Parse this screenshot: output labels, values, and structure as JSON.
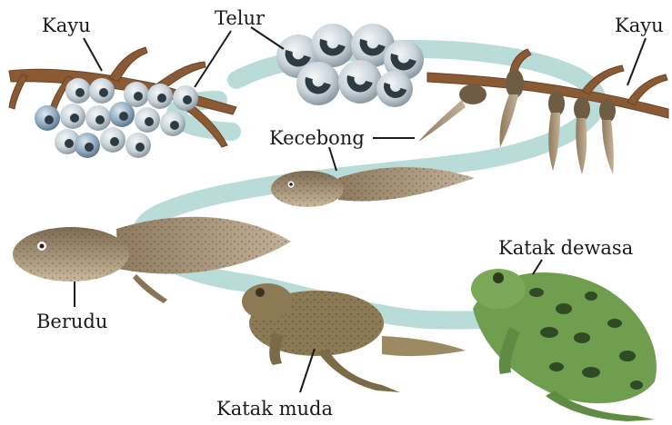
{
  "labels": {
    "wood_left": "Kayu",
    "eggs": "Telur",
    "wood_right": "Kayu",
    "tadpole": "Kecebong",
    "larva": "Berudu",
    "adult_frog": "Katak dewasa",
    "young_frog": "Katak muda"
  },
  "colors": {
    "cycle_path": "#b9dcd9",
    "branch": "#8a5a34",
    "egg_shell": "#c9d3da",
    "egg_dark": "#2f3b42",
    "tadpole_body": "#8a7458",
    "tadpole_tail": "#a38f73",
    "young_frog_skin": "#8c7a55",
    "adult_frog_skin": "#6f9e4f",
    "adult_frog_spots": "#2f4a24",
    "label_text": "#1a1a1a"
  }
}
